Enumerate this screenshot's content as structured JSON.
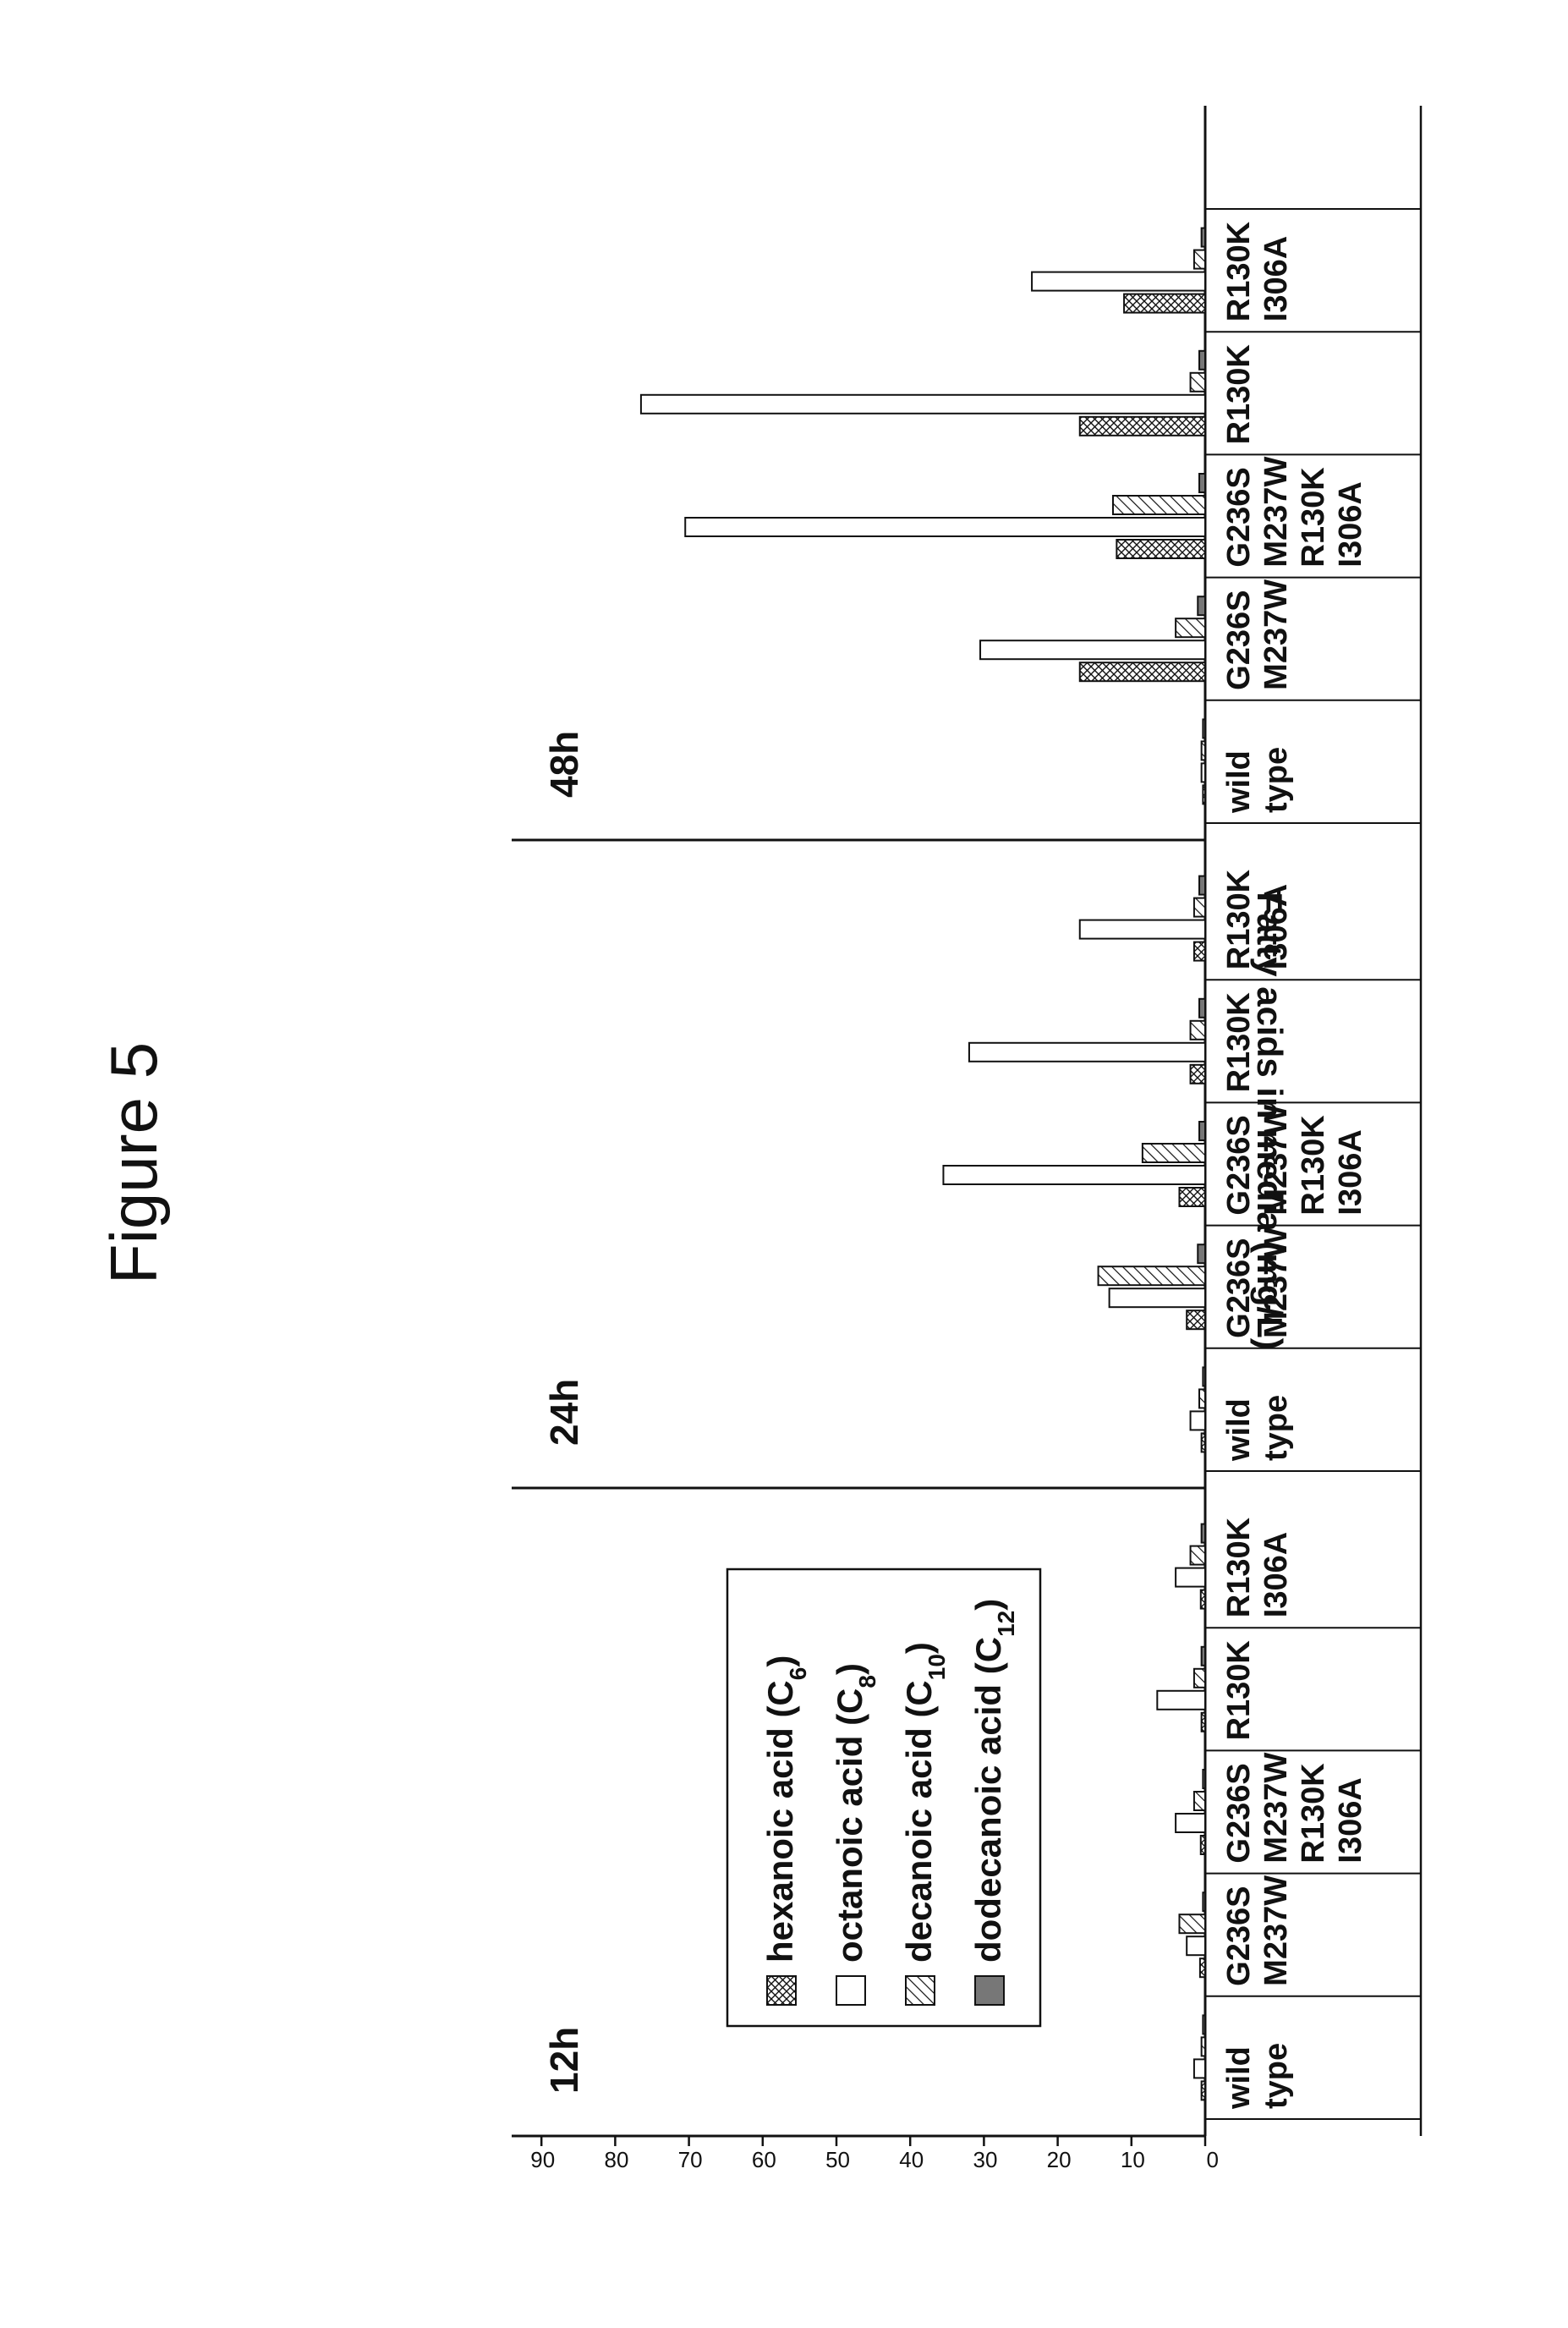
{
  "figure_title": "Figure 5",
  "chart_data": {
    "type": "bar",
    "orientation": "rotated-90",
    "ylabel": "Fatty acids in media (mg/L)",
    "xlabel": "",
    "ylim": [
      0,
      90
    ],
    "yticks": [
      "0",
      "10",
      "20",
      "30",
      "40",
      "50",
      "60",
      "70",
      "80",
      "90"
    ],
    "grid": false,
    "legend_position": "inside-left-top",
    "colors": {
      "ink": "#111111",
      "background": "#ffffff",
      "dodecanoic_fill": "#777777"
    },
    "periods": [
      {
        "label": "12h",
        "groups": [
          0,
          1,
          2,
          3,
          4
        ]
      },
      {
        "label": "24h",
        "groups": [
          5,
          6,
          7,
          8,
          9
        ]
      },
      {
        "label": "48h",
        "groups": [
          10,
          11,
          12,
          13,
          14
        ]
      }
    ],
    "categories": [
      [
        "wild",
        "type"
      ],
      [
        "G236S",
        "M237W"
      ],
      [
        "G236S",
        "M237W",
        "R130K",
        "I306A"
      ],
      [
        "R130K"
      ],
      [
        "R130K",
        "I306A"
      ],
      [
        "wild",
        "type"
      ],
      [
        "G236S",
        "M237W"
      ],
      [
        "G236S",
        "M237W",
        "R130K",
        "I306A"
      ],
      [
        "R130K"
      ],
      [
        "R130K",
        "I306A"
      ],
      [
        "wild",
        "type"
      ],
      [
        "G236S",
        "M237W"
      ],
      [
        "G236S",
        "M237W",
        "R130K",
        "I306A"
      ],
      [
        "R130K"
      ],
      [
        "R130K",
        "I306A"
      ]
    ],
    "series": [
      {
        "name": "hexanoic acid (C",
        "sub": "6",
        "pattern": "crosshatch",
        "values": [
          0.5,
          0.7,
          0.6,
          0.5,
          0.6,
          0.5,
          2.5,
          3.5,
          2.0,
          1.5,
          0.3,
          17,
          12,
          17,
          11
        ]
      },
      {
        "name": "octanoic acid (C",
        "sub": "8",
        "pattern": "open",
        "values": [
          1.5,
          2.5,
          4.0,
          6.5,
          4.0,
          2.0,
          13,
          35.5,
          32,
          17,
          0.5,
          30.5,
          70.5,
          76.5,
          23.5
        ]
      },
      {
        "name": "decanoic acid (C",
        "sub": "10",
        "pattern": "diagonal",
        "values": [
          0.5,
          3.5,
          1.5,
          1.5,
          2.0,
          0.8,
          14.5,
          8.5,
          2.0,
          1.5,
          0.5,
          4.0,
          12.5,
          2.0,
          1.5
        ]
      },
      {
        "name": "dodecanoic acid (C",
        "sub": "12",
        "pattern": "solid",
        "values": [
          0.3,
          0.3,
          0.3,
          0.5,
          0.5,
          0.3,
          1.0,
          0.8,
          0.8,
          0.8,
          0.3,
          1.0,
          0.8,
          0.8,
          0.5
        ]
      }
    ]
  }
}
